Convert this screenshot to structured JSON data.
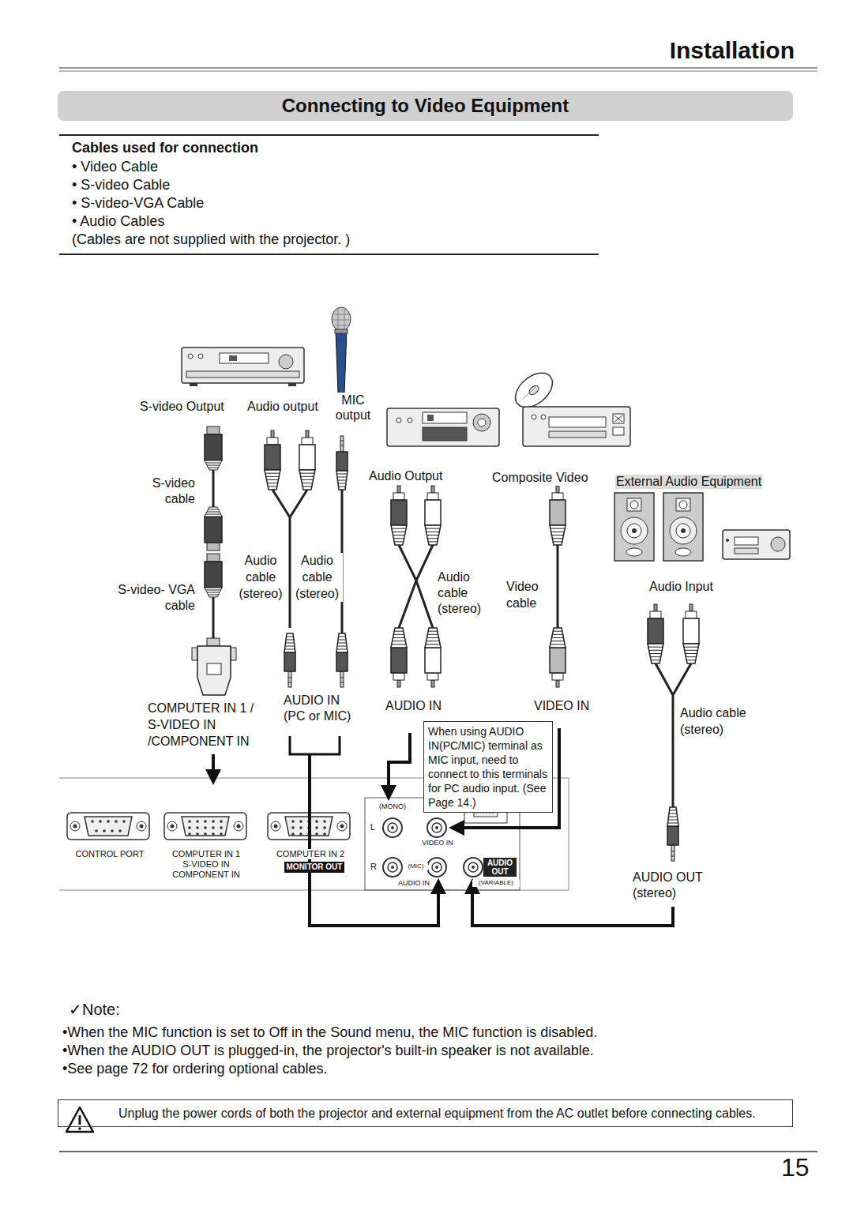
{
  "diagram": {
    "title": "Connecting to Video Equipment",
    "nodes": [
      {
        "text": [
          "Connecting to Video Equipment"
        ]
      },
      {
        "text": [
          "Cables used for connection",
          "• Video Cable",
          "• S-video Cable",
          "• S-video-VGA Cable",
          "• Audio Cables",
          "(Cables are not supplied with the projector. )"
        ]
      },
      {
        "text": [
          "When using AUDIO IN(PC/MIC) terminal as MIC input, need to connect to this terminals for PC audio input. (See Page 14.)"
        ]
      },
      {
        "text": [
          "MONITOR OUT"
        ]
      },
      {
        "text": [
          "AUDIO OUT"
        ]
      },
      {
        "text": [
          "Unplug the power cords of both the projector and external equipment from the AC outlet before connecting cables."
        ]
      }
    ],
    "labels": [
      "Installation",
      "S-video Output",
      "Audio output",
      "MIC output",
      "S-video cable",
      "Audio Output",
      "Composite Video",
      "External Audio Equipment",
      "Audio cable (stereo)",
      "Audio cable (stereo)",
      "S-video- VGA cable",
      "Audio cable (stereo)",
      "Video cable",
      "Audio Input",
      "COMPUTER IN 1 / S-VIDEO IN /COMPONENT IN",
      "AUDIO IN (PC or MIC)",
      "AUDIO IN",
      "VIDEO IN",
      "Audio cable (stereo)",
      "CONTROL PORT",
      "COMPUTER IN 1 S-VIDEO IN COMPONENT IN",
      "COMPUTER IN 2",
      "(MONO)",
      "L",
      "R",
      "VIDEO IN",
      "(MIC)",
      "AUDIO IN",
      "(VARIABLE)",
      "AUDIO OUT (stereo)",
      "✓Note:",
      "•When the MIC function is set to Off in the Sound menu, the MIC function is disabled.",
      "•When the AUDIO OUT is plugged-in, the projector's built-in speaker is not available.",
      "•See page 72 for ordering optional cables.",
      "15"
    ]
  }
}
